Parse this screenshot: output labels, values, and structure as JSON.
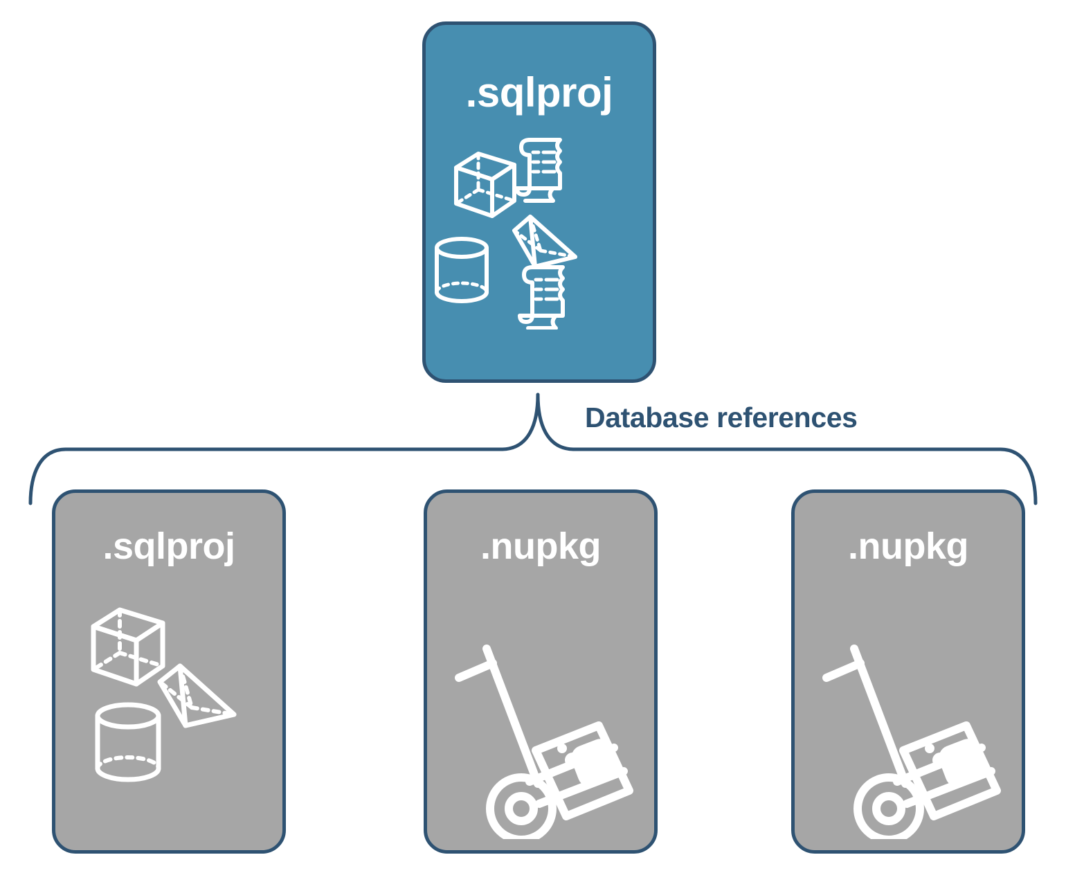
{
  "diagram": {
    "title": "Database references",
    "colors": {
      "accent_fill": "#478EB0",
      "neutral_fill": "#A6A6A6",
      "stroke": "#2E5272",
      "icon": "#FFFFFF",
      "background": "#FFFFFF"
    },
    "root": {
      "label": ".sqlproj",
      "icons": [
        "cube-wireframe-icon",
        "scroll-script-icon",
        "pyramid-wireframe-icon",
        "cylinder-wireframe-icon",
        "scroll-script-icon"
      ]
    },
    "edge": {
      "label": "Database references",
      "style": "curly-brace"
    },
    "references": [
      {
        "label": ".sqlproj",
        "icons": [
          "cube-wireframe-icon",
          "pyramid-wireframe-icon",
          "cylinder-wireframe-icon"
        ]
      },
      {
        "label": ".nupkg",
        "icons": [
          "hand-truck-package-icon"
        ]
      },
      {
        "label": ".nupkg",
        "icons": [
          "hand-truck-package-icon"
        ]
      }
    ]
  }
}
